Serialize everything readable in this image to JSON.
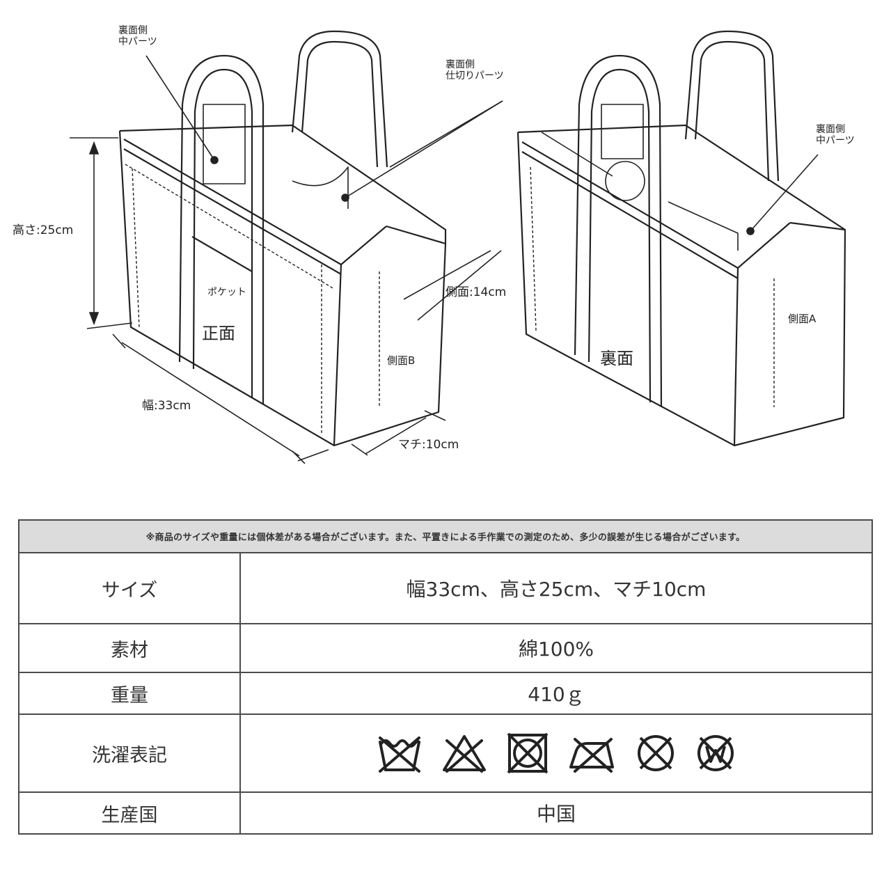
{
  "diagram": {
    "labels": {
      "back_inner_part_1": "裏面側\n中パーツ",
      "back_divider_part": "裏面側\n仕切りパーツ",
      "back_inner_part_2": "裏面側\n中パーツ",
      "height": "高さ:25cm",
      "pocket": "ポケット",
      "front": "正面",
      "side_b": "側面B",
      "side_depth": "側面:14cm",
      "width": "幅:33cm",
      "gusset": "マチ:10cm",
      "back": "裏面",
      "side_a": "側面A"
    }
  },
  "spec": {
    "note": "※商品のサイズや重量には個体差がある場合がございます。また、平置きによる手作業での測定のため、多少の誤差が生じる場合がございます。",
    "rows": [
      {
        "label": "サイズ",
        "value": "幅33cm、高さ25cm、マチ10cm"
      },
      {
        "label": "素材",
        "value": "綿100%"
      },
      {
        "label": "重量",
        "value": "410ｇ"
      },
      {
        "label": "洗濯表記",
        "value": ""
      },
      {
        "label": "生産国",
        "value": "中国"
      }
    ],
    "care_icons": [
      "hand-wash-prohibited-icon",
      "no-bleach-icon",
      "no-tumble-dry-icon",
      "no-iron-icon",
      "no-dry-clean-icon",
      "no-wet-clean-icon"
    ]
  }
}
